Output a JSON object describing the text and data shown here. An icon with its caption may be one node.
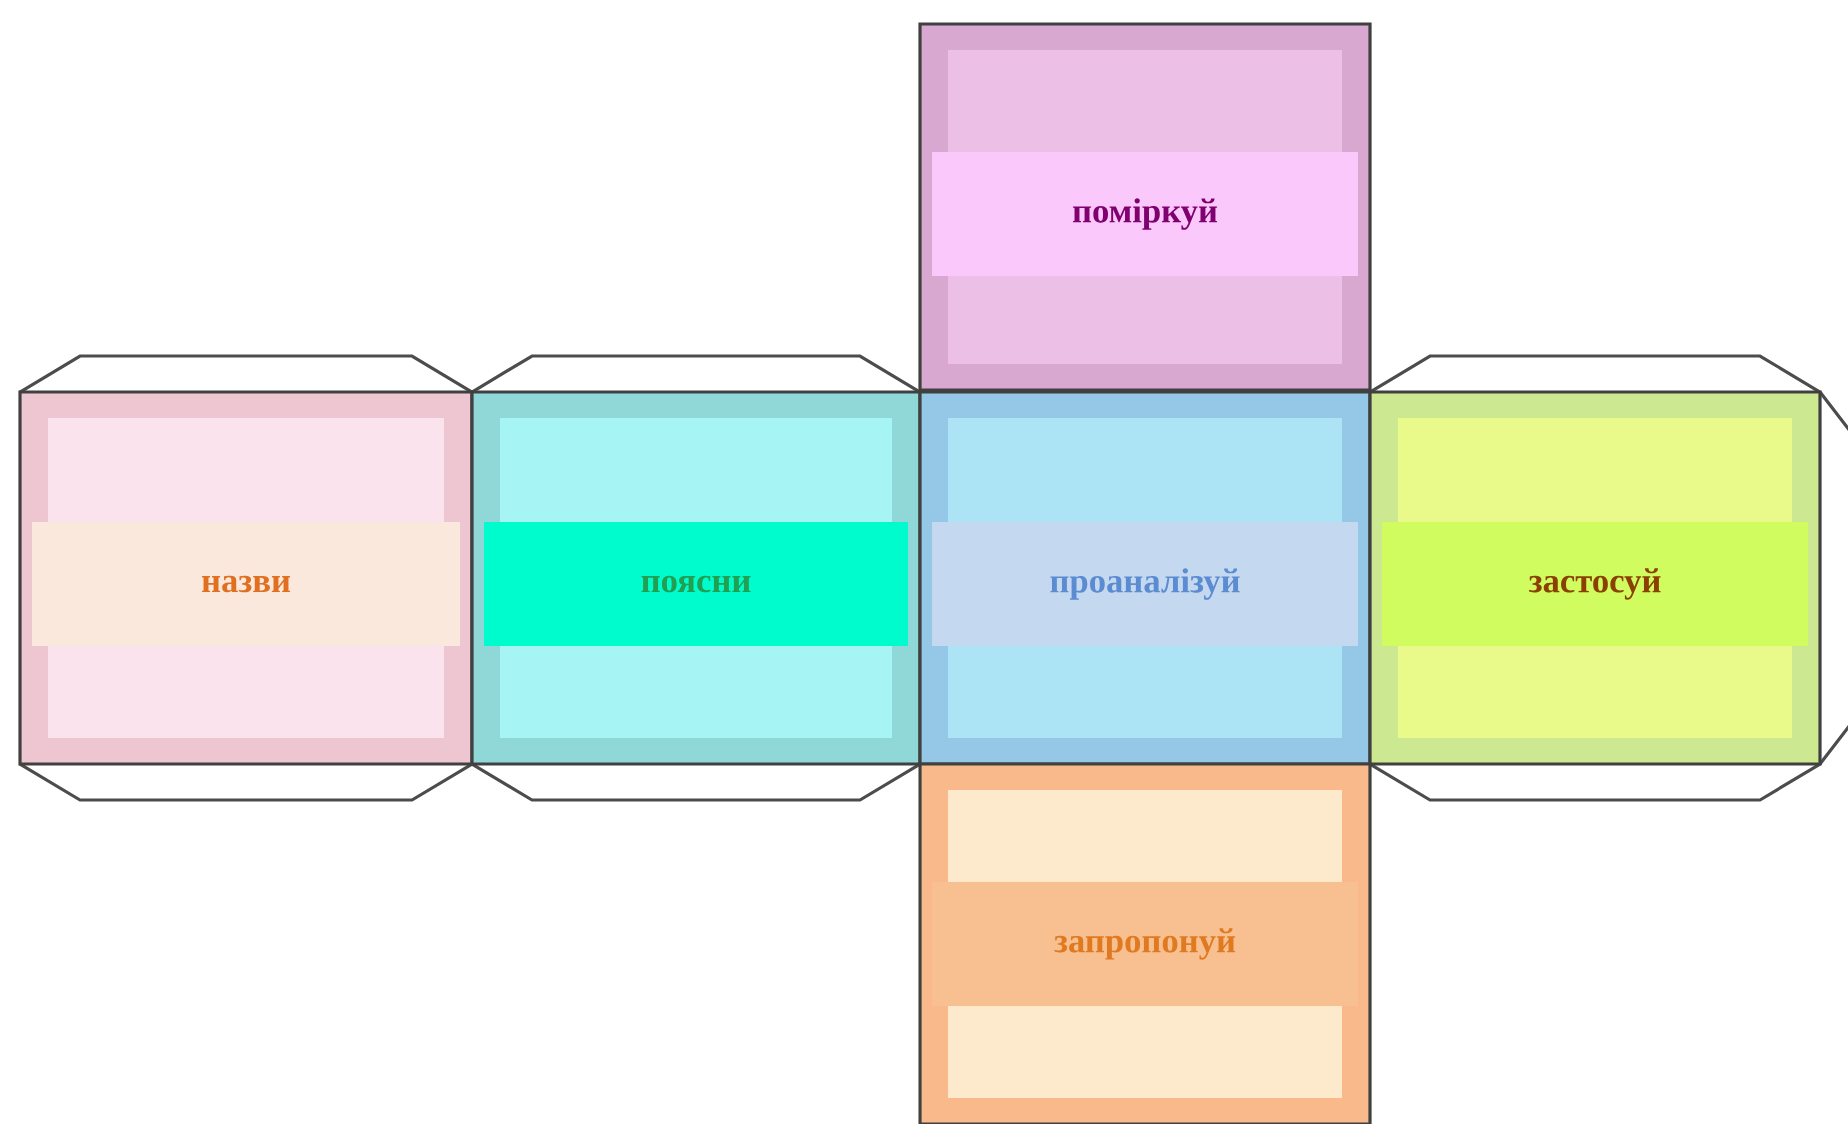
{
  "diagram": {
    "nodes": [
      {
        "text": [
          "поміркуй"
        ]
      },
      {
        "text": [
          "назви"
        ]
      },
      {
        "text": [
          "поясни"
        ]
      },
      {
        "text": [
          "проаналізуй"
        ]
      },
      {
        "text": [
          "застосуй"
        ]
      },
      {
        "text": [
          "запропонуй"
        ]
      }
    ]
  }
}
